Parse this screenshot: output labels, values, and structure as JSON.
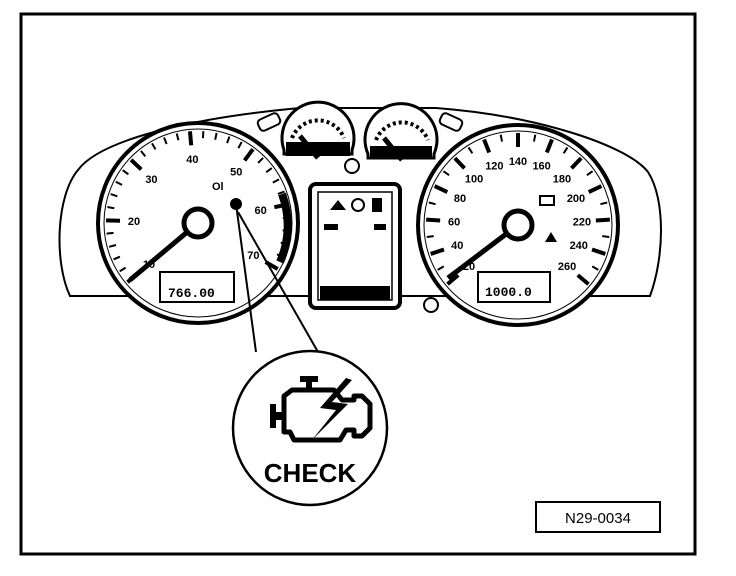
{
  "figure_ref": "N29-0034",
  "callout": {
    "label": "CHECK",
    "icon": "engine-check-icon"
  },
  "tachometer": {
    "ticks": [
      "10",
      "20",
      "30",
      "40",
      "50",
      "60",
      "70"
    ],
    "readout": "766.00"
  },
  "speedometer": {
    "ticks": [
      "20",
      "40",
      "60",
      "80",
      "100",
      "120",
      "140",
      "160",
      "180",
      "200",
      "220",
      "240",
      "260"
    ],
    "readout": "1000.0"
  },
  "colors": {
    "ink": "#000000",
    "paper": "#ffffff"
  }
}
